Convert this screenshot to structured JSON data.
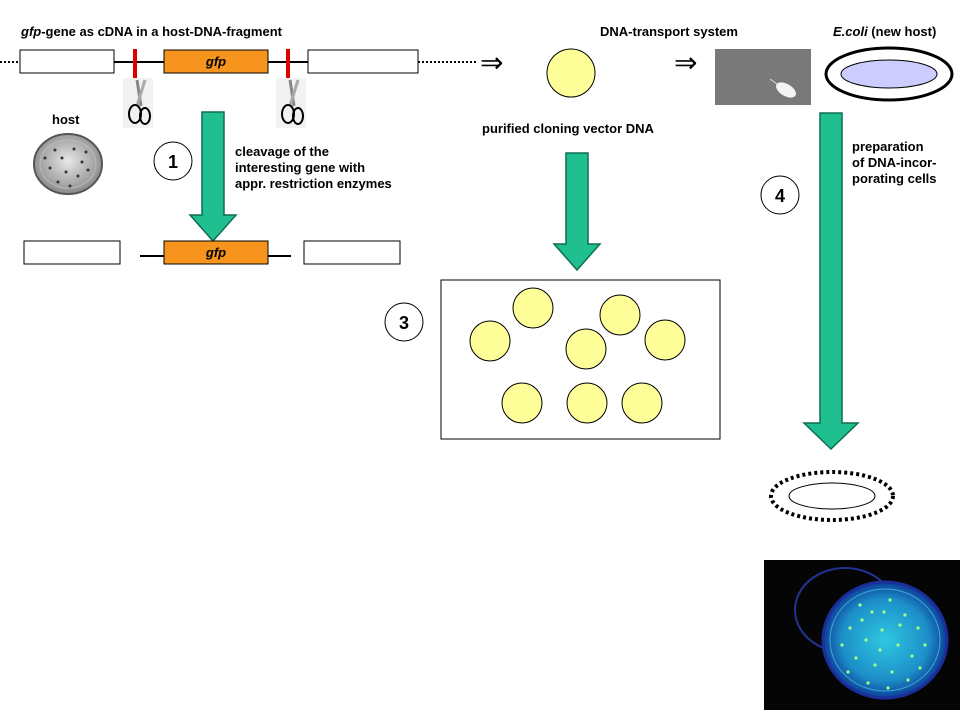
{
  "header": {
    "gfp_title_italic": "gfp",
    "gfp_title_rest": "-gene as cDNA in a host-DNA-fragment",
    "transport_title": "DNA-transport system",
    "ecoli_title_italic": "E.coli",
    "ecoli_title_rest": " (new host)"
  },
  "labels": {
    "host": "host",
    "gfp_gene": "gfp",
    "purified_vector": "purified cloning vector DNA",
    "cleavage": [
      "cleavage of the",
      "interesting gene with",
      "appr. restriction enzymes"
    ],
    "preparation": [
      "preparation",
      "of DNA-incor-",
      "porating cells"
    ],
    "arrow_symbol": "⇒"
  },
  "steps": [
    "1",
    "3",
    "4"
  ],
  "colors": {
    "gfp_box": "#f7941d",
    "arrow": "#1fbf8f",
    "arrow_stroke": "#0e6e50",
    "vector_circle": "#ffff99",
    "ecoli_ellipse": "#ccccff",
    "cut_mark": "#dd0000"
  },
  "icons": [
    "scissors-icon",
    "petri-dish-photo",
    "transport-photo",
    "fluorescent-dish-photo"
  ]
}
